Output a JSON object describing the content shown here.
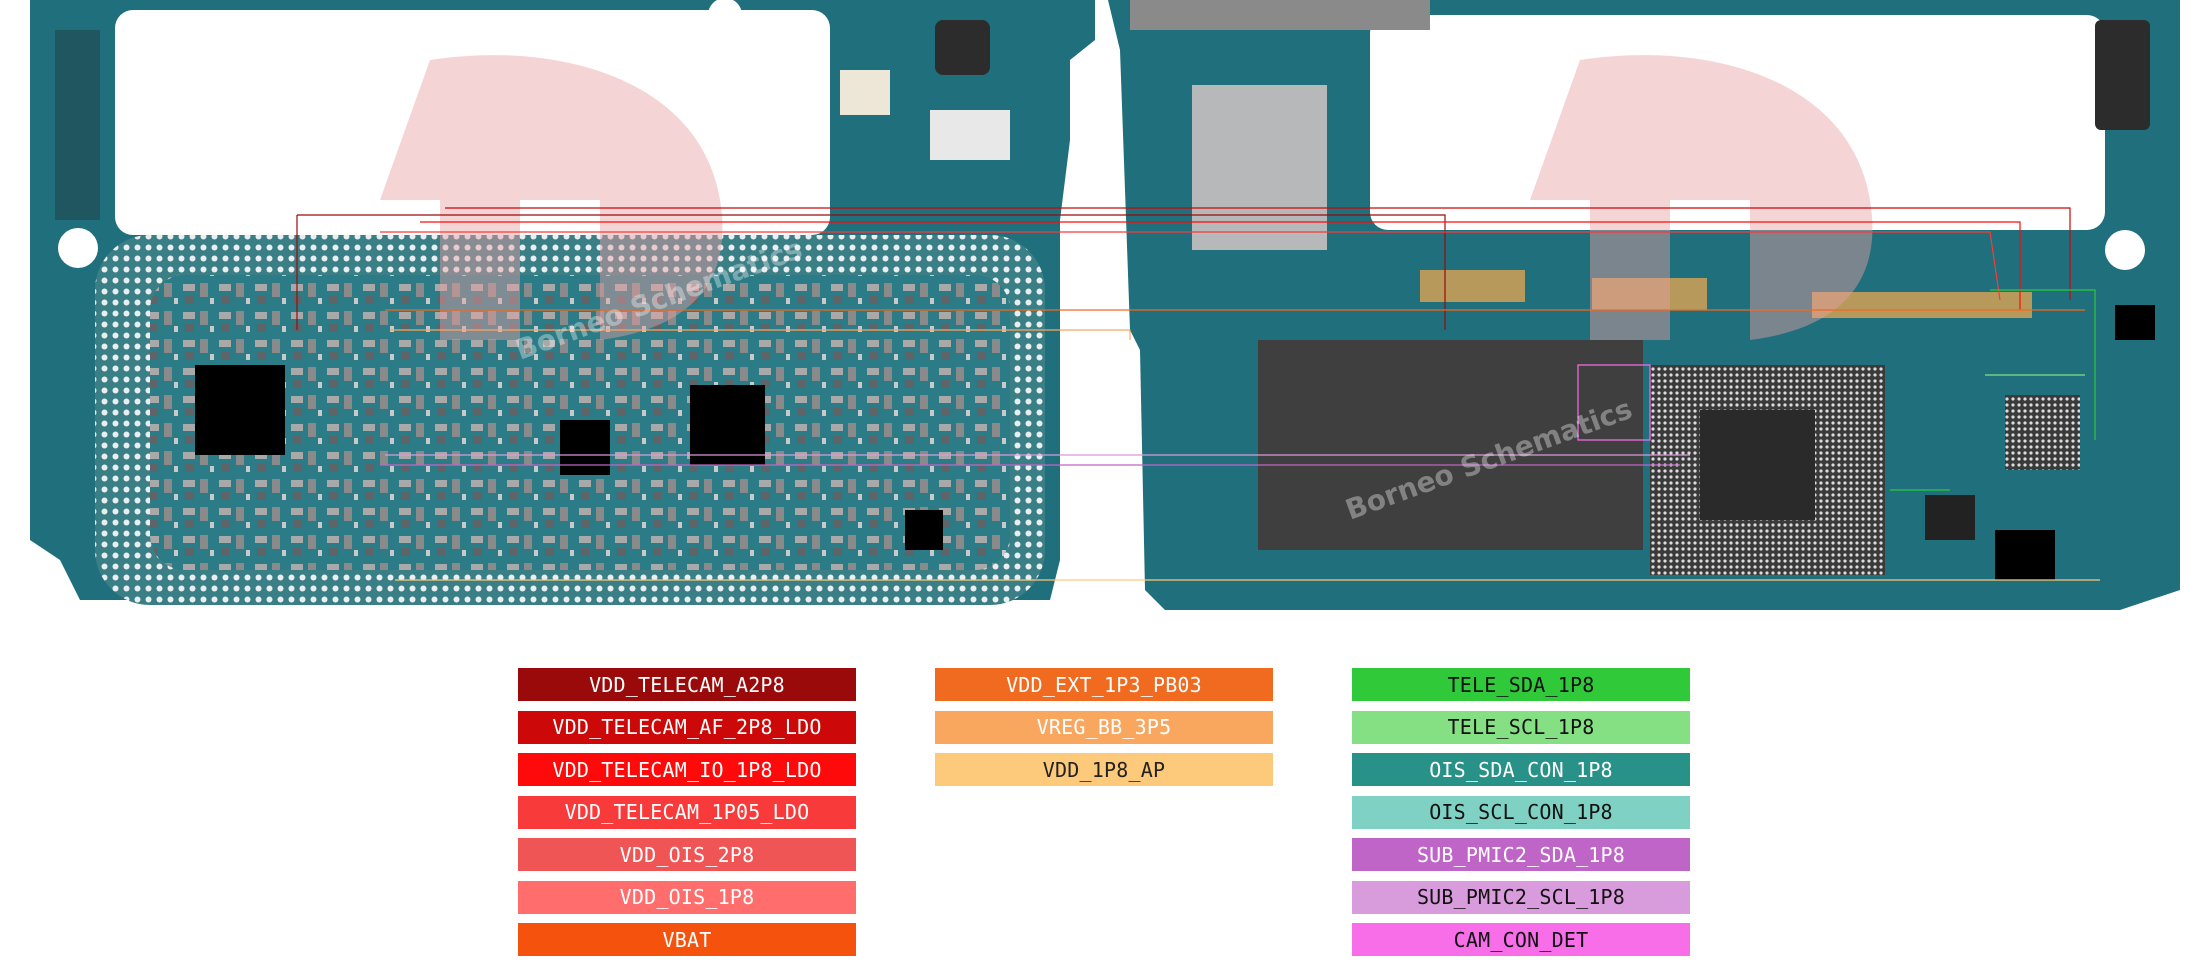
{
  "watermark": {
    "text": "Borneo Schematics",
    "colors": {
      "logo": "#e8a0a5"
    }
  },
  "legend": {
    "columns": [
      [
        {
          "label": "VDD_TELECAM_A2P8",
          "color": "#9b0a0a",
          "text_color": "#ffffff"
        },
        {
          "label": "VDD_TELECAM_AF_2P8_LDO",
          "color": "#cc0808",
          "text_color": "#ffffff"
        },
        {
          "label": "VDD_TELECAM_IO_1P8_LDO",
          "color": "#ff0a0a",
          "text_color": "#ffffff"
        },
        {
          "label": "VDD_TELECAM_1P05_LDO",
          "color": "#f83a3a",
          "text_color": "#ffffff"
        },
        {
          "label": "VDD_OIS_2P8",
          "color": "#ef5555",
          "text_color": "#ffffff"
        },
        {
          "label": "VDD_OIS_1P8",
          "color": "#ff6d6d",
          "text_color": "#ffffff"
        },
        {
          "label": "VBAT",
          "color": "#f5520d",
          "text_color": "#ffffff"
        }
      ],
      [
        {
          "label": "VDD_EXT_1P3_PB03",
          "color": "#f06a20",
          "text_color": "#ffffff"
        },
        {
          "label": "VREG_BB_3P5",
          "color": "#f9a65e",
          "text_color": "#ffffff"
        },
        {
          "label": "VDD_1P8_AP",
          "color": "#fdc97a",
          "text_color": "#222222"
        }
      ],
      [
        {
          "label": "TELE_SDA_1P8",
          "color": "#2fc93a",
          "text_color": "#111111"
        },
        {
          "label": "TELE_SCL_1P8",
          "color": "#85e083",
          "text_color": "#111111"
        },
        {
          "label": "OIS_SDA_CON_1P8",
          "color": "#299288",
          "text_color": "#ffffff"
        },
        {
          "label": "OIS_SCL_CON_1P8",
          "color": "#7fd1c4",
          "text_color": "#111111"
        },
        {
          "label": "SUB_PMIC2_SDA_1P8",
          "color": "#c065c8",
          "text_color": "#ffffff"
        },
        {
          "label": "SUB_PMIC2_SCL_1P8",
          "color": "#d89bdc",
          "text_color": "#111111"
        },
        {
          "label": "CAM_CON_DET",
          "color": "#f76ee8",
          "text_color": "#111111"
        }
      ]
    ]
  }
}
